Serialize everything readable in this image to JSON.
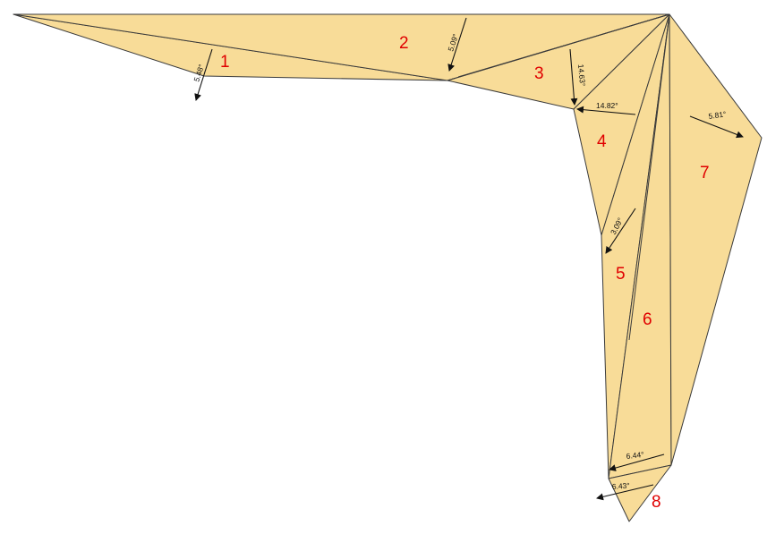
{
  "panels": [
    {
      "number": "1"
    },
    {
      "number": "2"
    },
    {
      "number": "3"
    },
    {
      "number": "4"
    },
    {
      "number": "5"
    },
    {
      "number": "6"
    },
    {
      "number": "7"
    },
    {
      "number": "8"
    }
  ],
  "angles": [
    {
      "label": "5.48°"
    },
    {
      "label": "5.09°"
    },
    {
      "label": "14.63°"
    },
    {
      "label": "14.82°"
    },
    {
      "label": "3.09°"
    },
    {
      "label": "5.81°"
    },
    {
      "label": "6.44°"
    },
    {
      "label": "6.43°"
    }
  ],
  "colors": {
    "panel_fill": "#f8dc98",
    "edge": "#3a3a3a",
    "panel_number": "#e00000"
  }
}
